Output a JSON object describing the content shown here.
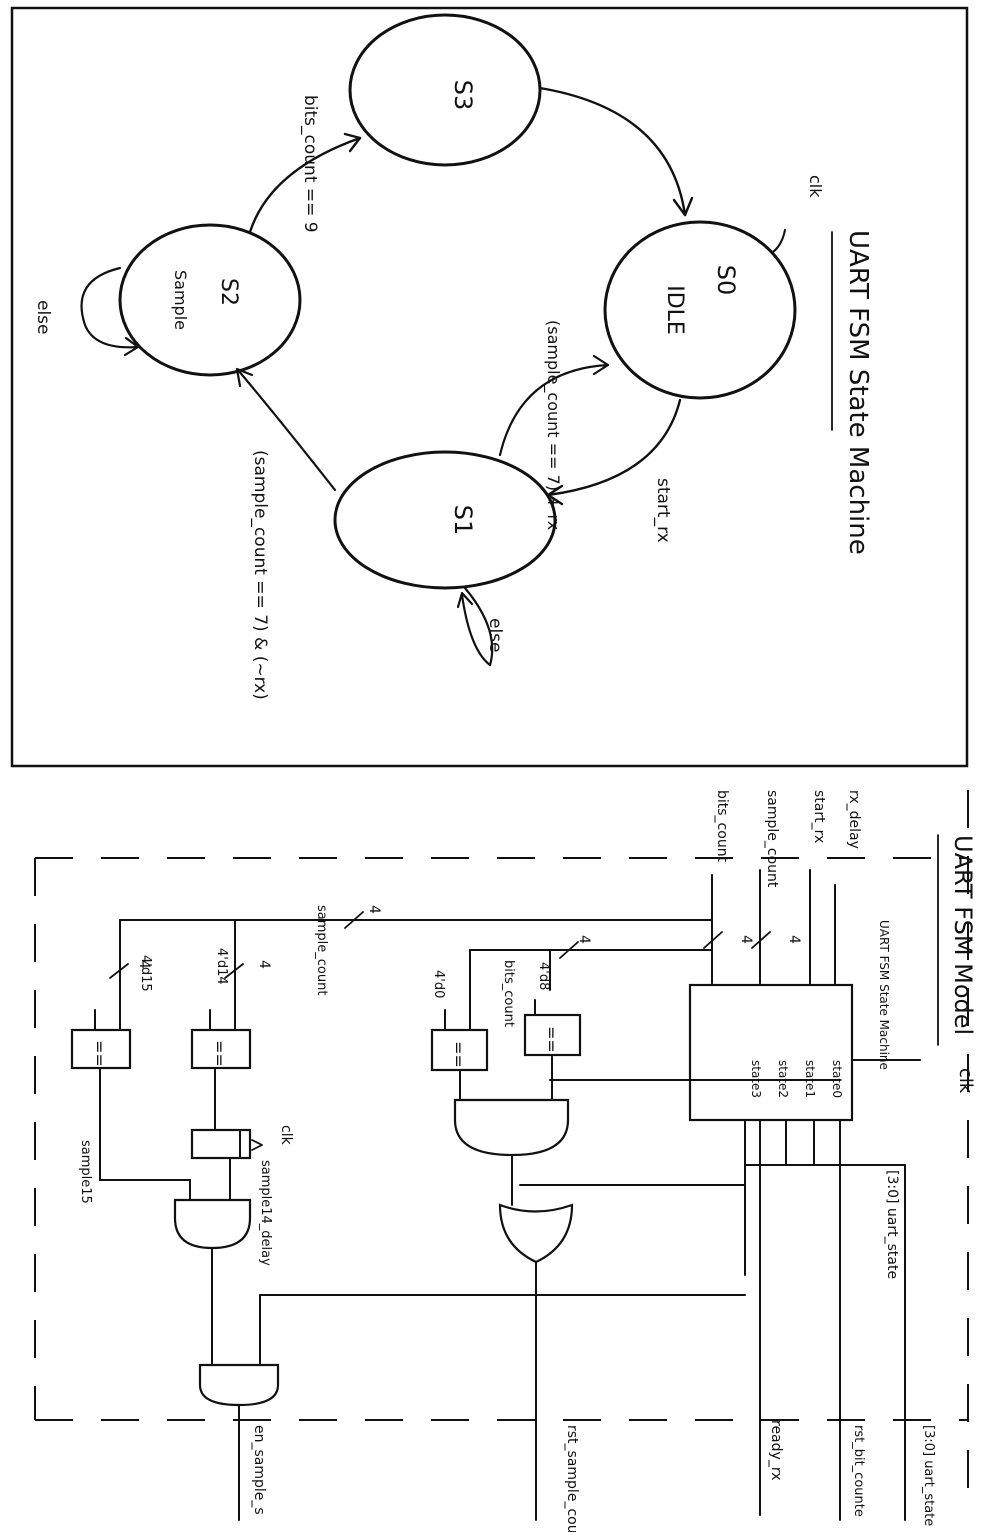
{
  "fsm": {
    "title": "UART FSM State Machine",
    "clock_label": "clk",
    "states": [
      {
        "id": "S0",
        "name": "IDLE"
      },
      {
        "id": "S1",
        "name": ""
      },
      {
        "id": "S2",
        "name": "Sample"
      },
      {
        "id": "S3",
        "name": ""
      }
    ],
    "transitions": [
      {
        "from": "S0",
        "to": "S1",
        "condition": "start_rx"
      },
      {
        "from": "S1",
        "to": "S1",
        "condition": "else"
      },
      {
        "from": "S1",
        "to": "S0",
        "condition": "(sample_count == 7) + rx"
      },
      {
        "from": "S1",
        "to": "S2",
        "condition": "(sample_count == 7) & (~rx)"
      },
      {
        "from": "S2",
        "to": "S2",
        "condition": "else"
      },
      {
        "from": "S2",
        "to": "S3",
        "condition": "bits_count == 9"
      },
      {
        "from": "S3",
        "to": "S0",
        "condition": ""
      }
    ]
  },
  "model": {
    "title": "UART FSM Model",
    "clock_label": "clk",
    "inputs": [
      "rx_delay",
      "start_rx",
      "sample_count",
      "bits_count"
    ],
    "block": {
      "title": "UART FSM State Machine",
      "outputs": [
        "state0",
        "state1",
        "state2",
        "state3"
      ]
    },
    "bus_width_label": "4",
    "bus_labels": [
      "sample_count",
      "bits_count"
    ],
    "constants": [
      "4'd15",
      "4'd14",
      "4'd8",
      "4'd0"
    ],
    "comparator_label": "==",
    "register_label": "clk",
    "wire_labels": [
      "sample14_delay",
      "sample15"
    ],
    "outputs": [
      "[3:0] uart_state",
      "ready_rx",
      "en_sample_s",
      "rst_sample_cou",
      "rst_bit_counte",
      "[3:0] uart_state"
    ]
  }
}
